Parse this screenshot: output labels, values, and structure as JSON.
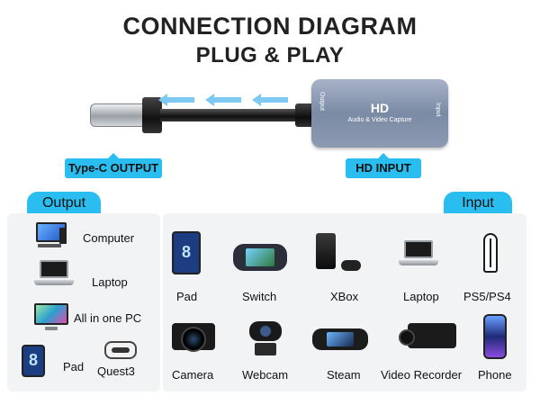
{
  "header": {
    "title": "CONNECTION DIAGRAM",
    "subtitle": "PLUG & PLAY"
  },
  "device": {
    "badge": "HD",
    "label": "Audio & Video Capture",
    "side_left": "Output",
    "side_right": "Input",
    "body_color": "#8593ab",
    "arrow_color": "#7dc9f2"
  },
  "callouts": {
    "typec": "Type-C OUTPUT",
    "hdinput": "HD INPUT",
    "color": "#29bdf0"
  },
  "output_section": {
    "tab": "Output",
    "items": [
      {
        "label": "Computer",
        "icon": "desktop-computer-icon"
      },
      {
        "label": "Laptop",
        "icon": "laptop-icon"
      },
      {
        "label": "All in one PC",
        "icon": "all-in-one-pc-icon"
      },
      {
        "label": "Pad",
        "icon": "tablet-icon"
      },
      {
        "label": "Quest3",
        "icon": "vr-headset-icon"
      }
    ]
  },
  "input_section": {
    "tab": "Input",
    "items": [
      {
        "label": "Pad",
        "icon": "tablet-icon"
      },
      {
        "label": "Switch",
        "icon": "handheld-console-icon"
      },
      {
        "label": "XBox",
        "icon": "xbox-console-icon"
      },
      {
        "label": "Laptop",
        "icon": "laptop-icon"
      },
      {
        "label": "PS5/PS4",
        "icon": "ps5-console-icon"
      },
      {
        "label": "Camera",
        "icon": "camera-icon"
      },
      {
        "label": "Webcam",
        "icon": "webcam-icon"
      },
      {
        "label": "Steam",
        "icon": "steam-deck-icon"
      },
      {
        "label": "Video Recorder",
        "icon": "video-recorder-icon"
      },
      {
        "label": "Phone",
        "icon": "phone-icon"
      }
    ]
  }
}
